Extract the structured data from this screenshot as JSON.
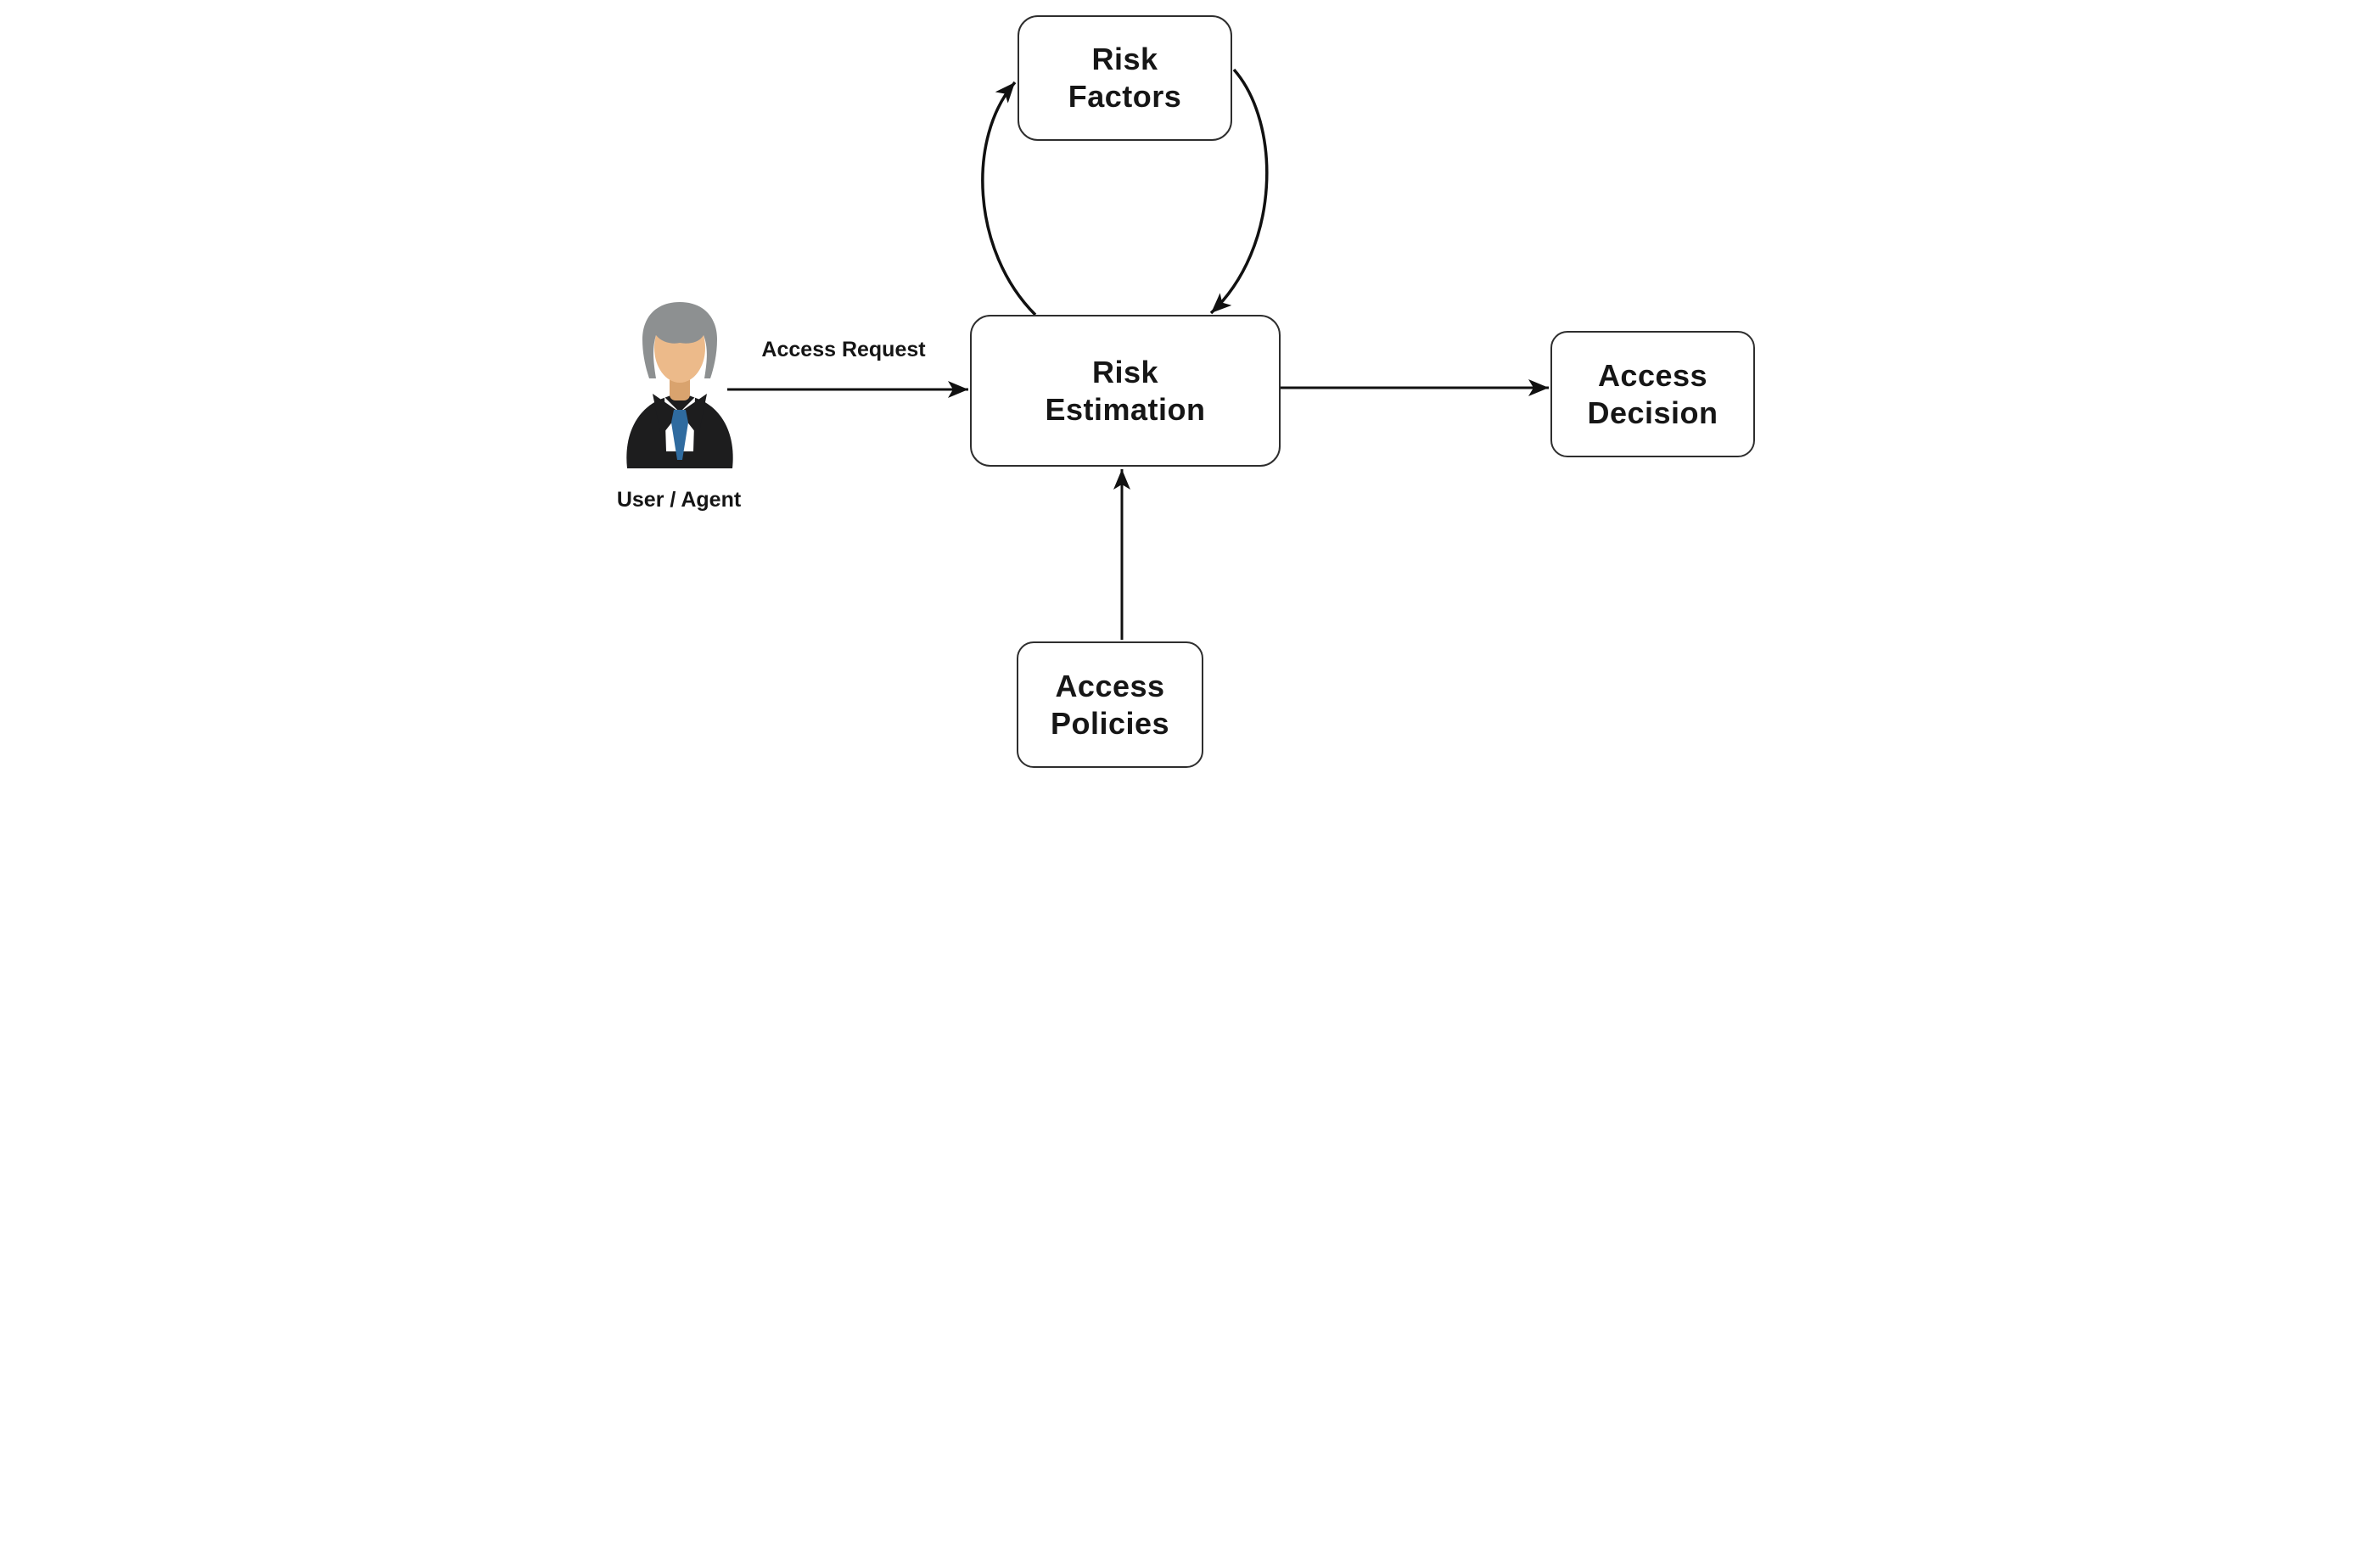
{
  "diagram": {
    "background_color": "#ffffff",
    "stroke_color": "#111111",
    "node_border_color": "#2e2e2e",
    "text_color": "#151515",
    "nodes": {
      "risk_factors": {
        "line1": "Risk",
        "line2": "Factors"
      },
      "risk_estimation": {
        "line1": "Risk",
        "line2": "Estimation"
      },
      "access_decision": {
        "line1": "Access",
        "line2": "Decision"
      },
      "access_policies": {
        "line1": "Access",
        "line2": "Policies"
      }
    },
    "actor": {
      "label": "User / Agent"
    },
    "edge_labels": {
      "access_request": "Access Request"
    },
    "edges": [
      {
        "from": "user-agent",
        "to": "risk-estimation",
        "label": "Access Request",
        "style": "straight"
      },
      {
        "from": "risk-estimation",
        "to": "risk-factors",
        "label": "",
        "style": "curved"
      },
      {
        "from": "risk-factors",
        "to": "risk-estimation",
        "label": "",
        "style": "curved"
      },
      {
        "from": "risk-estimation",
        "to": "access-decision",
        "label": "",
        "style": "straight"
      },
      {
        "from": "access-policies",
        "to": "risk-estimation",
        "label": "",
        "style": "straight"
      }
    ],
    "colors": {
      "avatar_hair": "#8d9091",
      "avatar_skin": "#ecba8a",
      "avatar_neck": "#d9a36e",
      "avatar_suit": "#1d1d1e",
      "avatar_shirt": "#ffffff",
      "avatar_tie": "#2f6b9f"
    }
  }
}
